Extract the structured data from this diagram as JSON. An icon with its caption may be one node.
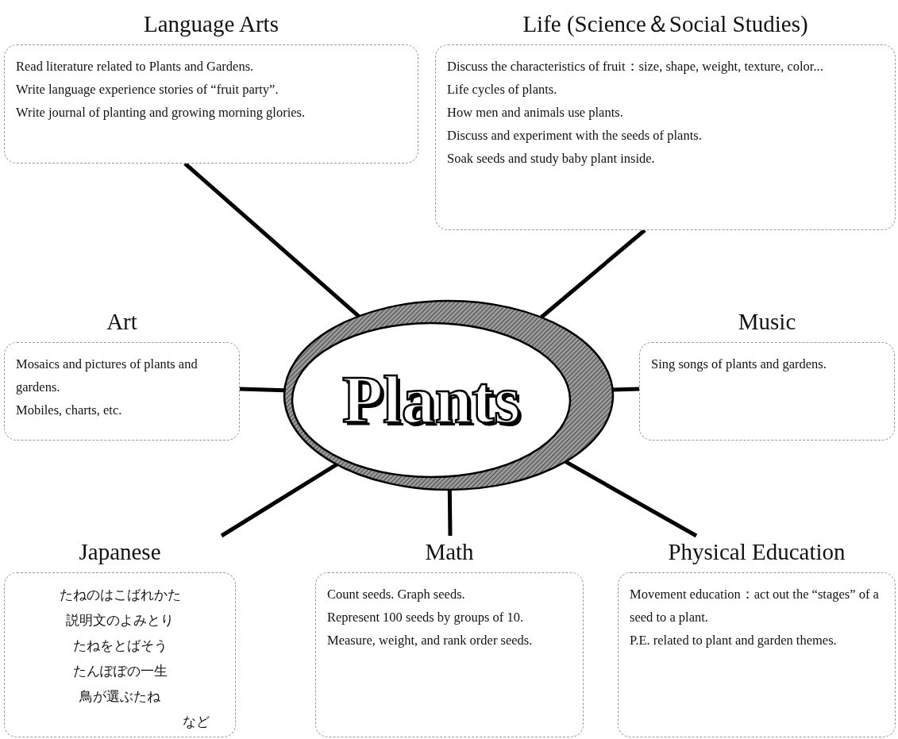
{
  "diagram": {
    "nodes": [
      {
        "text": [
          "Language Arts",
          "Read literature related to Plants and Gardens.",
          "Write language experience stories of “fruit party”.",
          "Write journal of planting and growing morning glories."
        ]
      },
      {
        "text": [
          "Life (Science＆Social Studies)",
          "Discuss the characteristics of fruit：size, shape, weight, texture, color...",
          "Life cycles of plants.",
          "How men and animals use plants.",
          "Discuss and experiment with the seeds of plants.",
          "Soak seeds and study baby plant inside."
        ]
      },
      {
        "text": [
          "Art",
          "Mosaics and pictures of plants and gardens.",
          "Mobiles, charts, etc."
        ]
      },
      {
        "text": [
          "Plants"
        ]
      },
      {
        "text": [
          "Music",
          "Sing songs of plants and gardens."
        ]
      },
      {
        "text": [
          "Japanese",
          "たねのはこばれかた",
          "説明文のよみとり",
          "たねをとばそう",
          "たんぽぽの一生",
          "鳥が選ぶたね",
          "など"
        ]
      },
      {
        "text": [
          "Math",
          "Count seeds. Graph seeds.",
          "Represent 100 seeds by groups of 10.",
          "Measure, weight, and rank order seeds."
        ]
      },
      {
        "text": [
          "Physical Education",
          "Movement education：act out the “stages” of a seed to a plant.",
          "P.E. related to plant and garden themes."
        ]
      }
    ],
    "edges": [
      {
        "from": 3,
        "to": 0,
        "arrow": "none"
      },
      {
        "from": 3,
        "to": 1,
        "arrow": "none"
      },
      {
        "from": 3,
        "to": 2,
        "arrow": "none"
      },
      {
        "from": 3,
        "to": 4,
        "arrow": "none"
      },
      {
        "from": 3,
        "to": 5,
        "arrow": "none"
      },
      {
        "from": 3,
        "to": 6,
        "arrow": "none"
      },
      {
        "from": 3,
        "to": 7,
        "arrow": "none"
      }
    ]
  }
}
